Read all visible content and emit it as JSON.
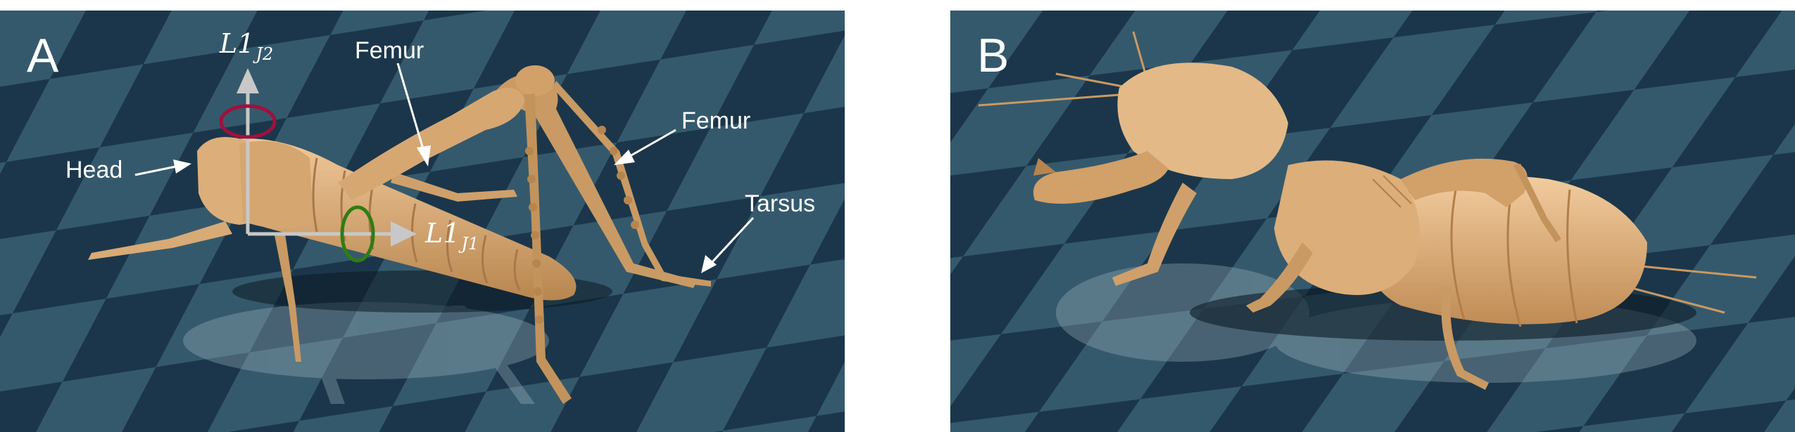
{
  "panels": [
    {
      "letter": "A",
      "labels": {
        "axis_vertical_base": "L1",
        "axis_vertical_sub": "J2",
        "axis_horizontal_base": "L1",
        "axis_horizontal_sub": "J1",
        "femur_1": "Femur",
        "femur_2": "Femur",
        "head": "Head",
        "tarsus": "Tarsus"
      }
    },
    {
      "letter": "B"
    }
  ],
  "colors": {
    "floor_dark": "#1f3b50",
    "floor_light": "#3e6478",
    "insect": "#e0b483",
    "insect_shadow": "#b0845a",
    "rotation_j2": "#a0103e",
    "rotation_j1": "#2f7d12",
    "axis_arrow": "#c8c8c8"
  }
}
